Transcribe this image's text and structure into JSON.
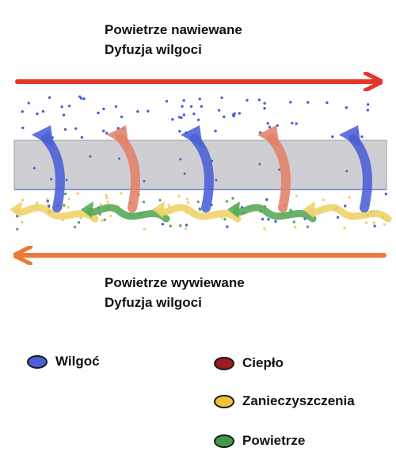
{
  "top_labels": {
    "line1": "Powietrze nawiewane",
    "line2": "Dyfuzja wilgoci"
  },
  "bottom_labels": {
    "line1": "Powietrze wywiewane",
    "line2": "Dyfuzja wilgoci"
  },
  "legend": [
    {
      "label": "Wilgoć",
      "color": "#4a5fd6"
    },
    {
      "label": "Ciepło",
      "color": "#9b1c1c"
    },
    {
      "label": "Zanieczyszczenia",
      "color": "#f0c23b"
    },
    {
      "label": "Powietrze",
      "color": "#3f9a4a"
    }
  ],
  "colors": {
    "supply_arrow": "#e8352b",
    "exhaust_arrow": "#ec7a3a",
    "membrane": "#cfcfd3",
    "moisture": "#4a5fd6",
    "heat": "#e2816a",
    "pollutant": "#efd36a",
    "air": "#5aa85a"
  }
}
